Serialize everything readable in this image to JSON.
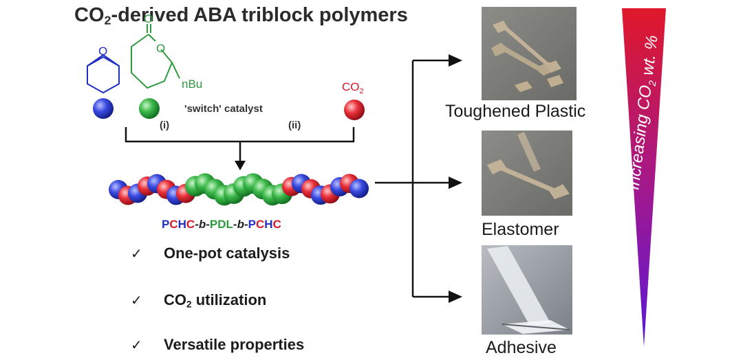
{
  "title": {
    "prefix": "CO",
    "sub": "2",
    "suffix": "-derived ABA triblock polymers"
  },
  "monomers": {
    "lactone_substituent": "nBu",
    "co2_prefix": "CO",
    "co2_sub": "2",
    "catalyst_label": "'switch' catalyst",
    "step_i": "(i)",
    "step_ii": "(ii)"
  },
  "polymer": {
    "name_parts": [
      {
        "text": "P",
        "color": "#1f2fbf"
      },
      {
        "text": "C",
        "color": "#d11a2a"
      },
      {
        "text": "H",
        "color": "#1f2fbf"
      },
      {
        "text": "C",
        "color": "#d11a2a"
      },
      {
        "text": "-",
        "color": "#222222"
      },
      {
        "text": "b",
        "color": "#222222"
      },
      {
        "text": "-",
        "color": "#222222"
      },
      {
        "text": "PDL",
        "color": "#2e9a3e"
      },
      {
        "text": "-",
        "color": "#222222"
      },
      {
        "text": "b",
        "color": "#222222"
      },
      {
        "text": "-",
        "color": "#222222"
      },
      {
        "text": "P",
        "color": "#1f2fbf"
      },
      {
        "text": "C",
        "color": "#d11a2a"
      },
      {
        "text": "H",
        "color": "#1f2fbf"
      },
      {
        "text": "C",
        "color": "#d11a2a"
      }
    ]
  },
  "bullets": [
    {
      "check": "✓",
      "text": "One-pot catalysis"
    },
    {
      "check": "✓",
      "prefix": "CO",
      "sub": "2",
      "suffix": " utilization"
    },
    {
      "check": "✓",
      "text": "Versatile properties"
    }
  ],
  "products": [
    {
      "label": "Toughened Plastic"
    },
    {
      "label": "Elastomer"
    },
    {
      "label": "Adhesive"
    }
  ],
  "gradient": {
    "prefix": "Increasing CO",
    "sub": "2",
    "suffix": " wt. %"
  },
  "colors": {
    "blue_sphere": "#2030d0",
    "green_sphere": "#2ea83e",
    "red_sphere": "#e0202a",
    "monomer_blue": "#1f2fbf",
    "monomer_green": "#2e9a3e",
    "co2_red": "#d11a2a",
    "gradient_top": "#e0182a",
    "gradient_bottom": "#5a18d8"
  }
}
